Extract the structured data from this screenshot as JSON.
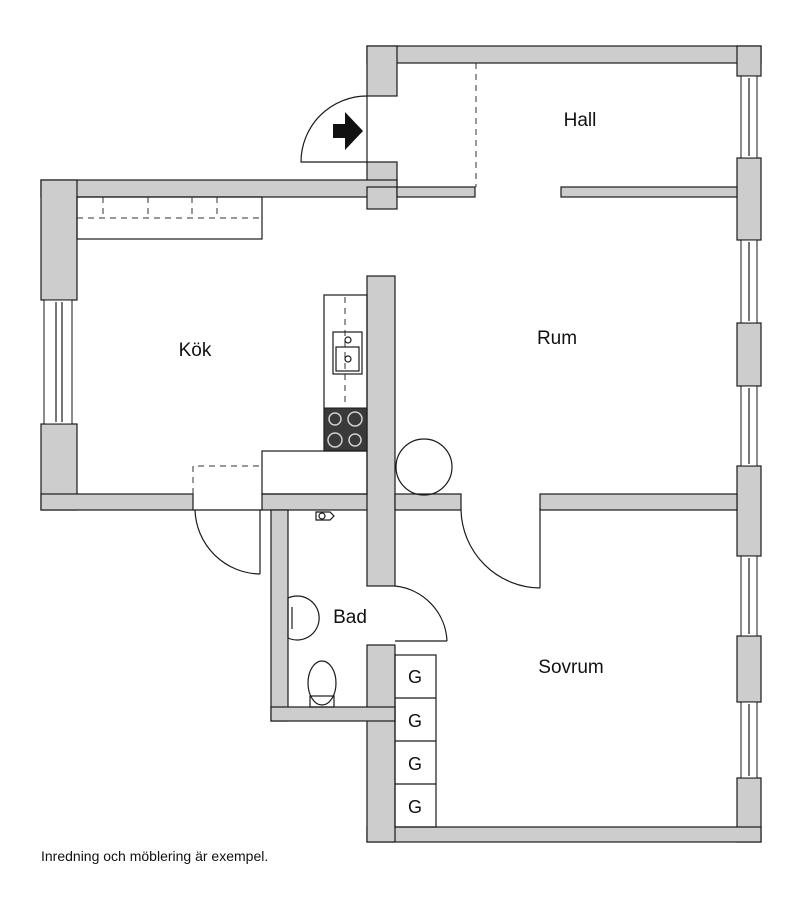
{
  "rooms": {
    "hall": "Hall",
    "kok": "Kök",
    "rum": "Rum",
    "bad": "Bad",
    "sovrum": "Sovrum"
  },
  "closets": {
    "labels": [
      "G",
      "G",
      "G",
      "G"
    ]
  },
  "footer": {
    "note": "Inredning och möblering är exempel."
  },
  "colors": {
    "wall_fill": "#cdcdcd",
    "line": "#1a1a1a",
    "stove": "#3a3a3a"
  },
  "icons": {
    "entrance": "entrance-arrow-icon"
  }
}
